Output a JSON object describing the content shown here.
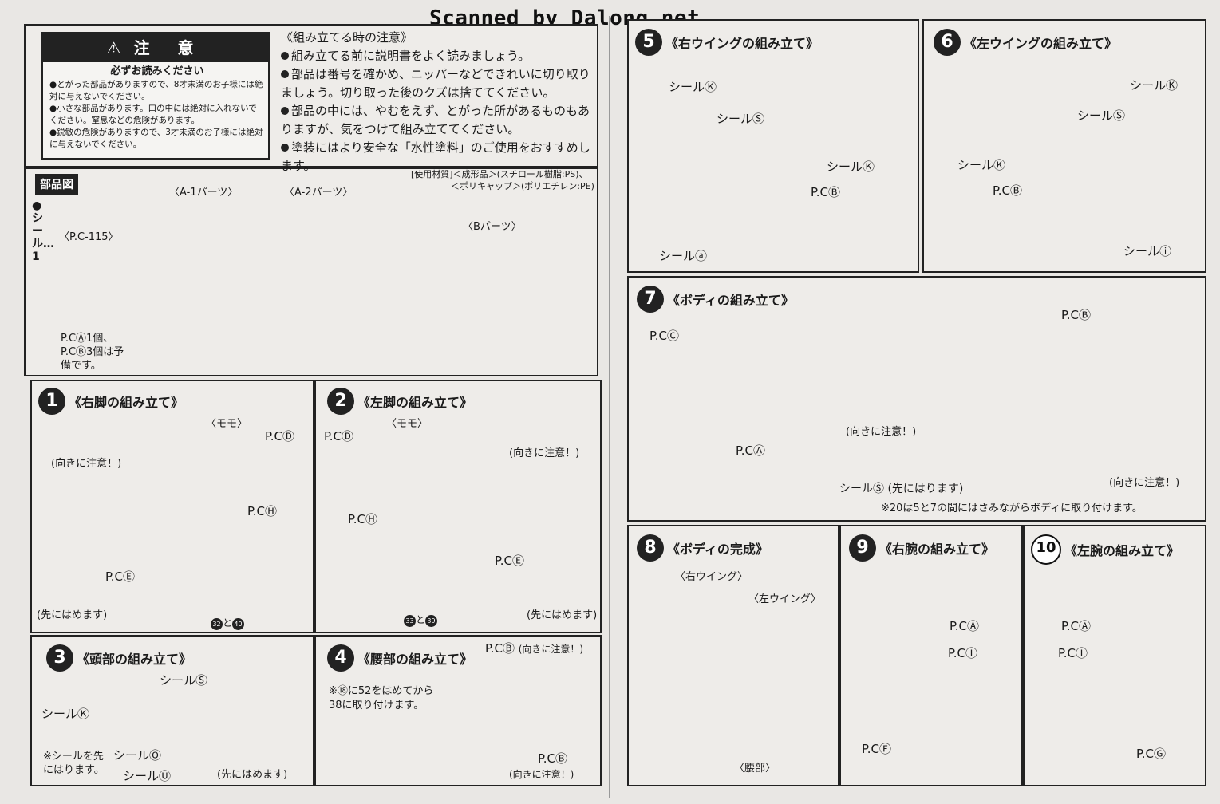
{
  "watermark": "Scanned by Dalong.net",
  "caution": {
    "heading": "注 意",
    "subheading": "必ずお読みください",
    "items": [
      "●とがった部品がありますので、8才未満のお子様には絶対に与えないでください。",
      "●小さな部品があります。口の中には絶対に入れないでください。窒息などの危険があります。",
      "●鋭敏の危険がありますので、3才未満のお子様には絶対に与えないでください。"
    ]
  },
  "notes": {
    "title": "《組み立てる時の注意》",
    "items": [
      "組み立てる前に説明書をよく読みましょう。",
      "部品は番号を確かめ、ニッパーなどできれいに切り取りましょう。切り取った後のクズは捨ててください。",
      "部品の中には、やむをえず、とがった所があるものもありますが、気をつけて組み立ててください。",
      "塗装にはより安全な「水性塗料」のご使用をおすすめします。"
    ]
  },
  "parts": {
    "tag": "部品図",
    "seal": "●シール…1",
    "pc_label": "〈P.C-115〉",
    "pc_note": "P.CⒶ1個、P.CⒷ3個は予備です。",
    "materials_line1": "[使用材質]＜成形品＞(スチロール樹脂:PS)、",
    "materials_line2": "＜ポリキャップ＞(ポリエチレン:PE)",
    "a1": "〈A-1パーツ〉",
    "a2": "〈A-2パーツ〉",
    "b": "〈Bパーツ〉"
  },
  "steps": {
    "s1": {
      "num": "1",
      "title": "《右脚の組み立て》",
      "momo": "〈モモ〉",
      "pcD": "P.CⒹ",
      "pcH": "P.CⒽ",
      "pcE": "P.CⒺ",
      "caution": "(向きに注意！)",
      "insert": "(先にはめます)",
      "pair": "と"
    },
    "s2": {
      "num": "2",
      "title": "《左脚の組み立て》",
      "momo": "〈モモ〉",
      "pcD": "P.CⒹ",
      "pcH": "P.CⒽ",
      "pcE": "P.CⒺ",
      "caution": "(向きに注意！)",
      "insert": "(先にはめます)",
      "pair": "と"
    },
    "s3": {
      "num": "3",
      "title": "《頭部の組み立て》",
      "sealSa": "シールⓈ",
      "sealKo": "シールⓀ",
      "sealO": "シールⓄ",
      "sealU": "シールⓊ",
      "note": "※シールを先にはります。",
      "insert": "(先にはめます)"
    },
    "s4": {
      "num": "4",
      "title": "《腰部の組み立て》",
      "pcB": "P.CⒷ",
      "caution": "(向きに注意！)",
      "note1": "※⑱に52をはめてから",
      "note2": "38に取り付けます。"
    },
    "s5": {
      "num": "5",
      "title": "《右ウイングの組み立て》",
      "sealKe": "シールⓀ",
      "sealShi": "シールⓈ",
      "sealKa": "シールⓀ",
      "sealA": "シールⓐ",
      "pcB": "P.CⒷ"
    },
    "s6": {
      "num": "6",
      "title": "《左ウイングの組み立て》",
      "sealKu": "シールⓀ",
      "sealSu": "シールⓈ",
      "sealKi": "シールⓀ",
      "sealI": "シールⓘ",
      "pcB": "P.CⒷ"
    },
    "s7": {
      "num": "7",
      "title": "《ボディの組み立て》",
      "pcC": "P.CⒸ",
      "pcA": "P.CⒶ",
      "pcB": "P.CⒷ",
      "caution": "(向きに注意！)",
      "sealSe": "シールⓈ (先にはります)",
      "note": "※20は5と7の間にはさみながらボディに取り付けます。"
    },
    "s8": {
      "num": "8",
      "title": "《ボディの完成》",
      "rightWing": "〈右ウイング〉",
      "leftWing": "〈左ウイング〉",
      "waist": "〈腰部〉"
    },
    "s9": {
      "num": "9",
      "title": "《右腕の組み立て》",
      "pcA": "P.CⒶ",
      "pcI": "P.CⒾ",
      "pcF": "P.CⒻ"
    },
    "s10": {
      "num": "10",
      "title": "《左腕の組み立て》",
      "pcA": "P.CⒶ",
      "pcI": "P.CⒾ",
      "pcG": "P.CⒼ"
    }
  }
}
